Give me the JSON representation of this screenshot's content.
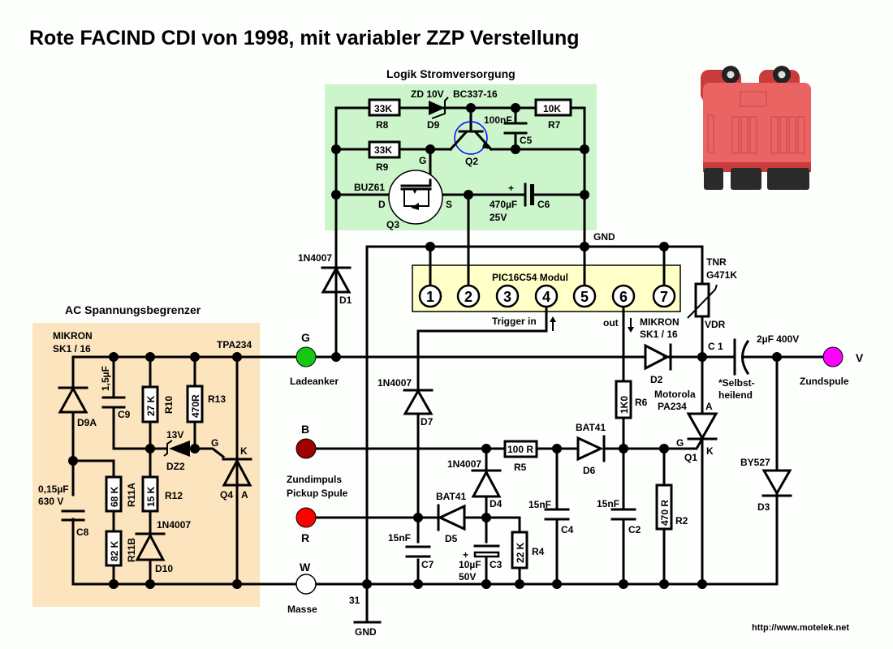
{
  "title": "Rote FACIND CDI von 1998, mit variabler ZZP Verstellung",
  "footer_url": "http://www.motelek.net",
  "colors": {
    "logic_panel": "#ccf5cc",
    "ac_panel": "#fce4be",
    "pic_module": "#ffffc8",
    "terminal_G": "#14c814",
    "terminal_B": "#a00000",
    "terminal_R": "#ff0000",
    "terminal_W": "#ffffff",
    "terminal_V": "#ff00ff",
    "transistor_ring": "#0000ff"
  },
  "sections": {
    "logic": "Logik Stromversorgung",
    "ac": "AC Spannungsbegrenzer",
    "pic": "PIC16C54 Modul"
  },
  "pic_pins": [
    "1",
    "2",
    "3",
    "4",
    "5",
    "6",
    "7"
  ],
  "pic_labels": {
    "trigger": "Trigger in",
    "out": "out"
  },
  "terminals": {
    "G": {
      "letter": "G",
      "name": "Ladeanker"
    },
    "B": {
      "letter": "B",
      "name": "Zundimpuls"
    },
    "B2": {
      "name": "Pickup Spule"
    },
    "R": {
      "letter": "R"
    },
    "W": {
      "letter": "W",
      "name": "Masse"
    },
    "V": {
      "letter": "V",
      "name": "Zundspule"
    }
  },
  "ground": {
    "node": "31",
    "label": "GND",
    "rail": "GND"
  },
  "components": {
    "R8": {
      "ref": "R8",
      "value": "33K"
    },
    "R9": {
      "ref": "R9",
      "value": "33K"
    },
    "R7": {
      "ref": "R7",
      "value": "10K"
    },
    "D9": {
      "ref": "D9",
      "value": "ZD 10V"
    },
    "Q2": {
      "ref": "Q2",
      "value": "BC337-16"
    },
    "C5": {
      "ref": "C5",
      "value": "100nF"
    },
    "Q3": {
      "ref": "Q3",
      "value": "BUZ61",
      "g": "G",
      "d": "D",
      "s": "S"
    },
    "C6": {
      "ref": "C6",
      "value": "470µF",
      "voltage": "25V",
      "plus": "+"
    },
    "D1": {
      "ref": "D1",
      "value": "1N4007"
    },
    "TNR": {
      "value1": "TNR",
      "value2": "G471K",
      "type": "VDR"
    },
    "D2": {
      "ref": "D2",
      "value1": "MIKRON",
      "value2": "SK1 / 16"
    },
    "C1": {
      "ref": "C 1",
      "value": "2µF 400V",
      "note1": "*Selbst-",
      "note2": "heilend"
    },
    "Q1": {
      "ref": "Q1",
      "value1": "Motorola",
      "value2": "PA234",
      "a": "A",
      "g": "G",
      "k": "K"
    },
    "R6": {
      "ref": "R6",
      "value": "1K0"
    },
    "D6": {
      "ref": "D6",
      "value": "BAT41"
    },
    "R2": {
      "ref": "R2",
      "value": "470 R"
    },
    "C2": {
      "ref": "C2",
      "value": "15nF"
    },
    "D3": {
      "ref": "D3",
      "value": "BY527"
    },
    "D7": {
      "ref": "D7",
      "value": "1N4007"
    },
    "R5": {
      "ref": "R5",
      "value": "100 R"
    },
    "D4": {
      "ref": "D4",
      "value": "1N4007"
    },
    "C4": {
      "ref": "C4",
      "value": "15nF"
    },
    "D5": {
      "ref": "D5",
      "value": "BAT41"
    },
    "C3": {
      "ref": "C3",
      "value": "10µF",
      "voltage": "50V",
      "plus": "+"
    },
    "R4": {
      "ref": "R4",
      "value": "22 K"
    },
    "C7": {
      "ref": "C7",
      "value": "15nF"
    },
    "D9A": {
      "ref": "D9A",
      "value1": "MIKRON",
      "value2": "SK1 / 16"
    },
    "C9": {
      "ref": "C9",
      "value": "1,5µF"
    },
    "R10": {
      "ref": "R10",
      "value": "27 K"
    },
    "R13": {
      "ref": "R13",
      "value": "470R"
    },
    "Q4": {
      "ref": "Q4",
      "value": "TPA234",
      "g": "G",
      "k": "K",
      "a": "A"
    },
    "DZ2": {
      "ref": "DZ2",
      "value": "13V"
    },
    "C8": {
      "ref": "C8",
      "value": "0,15µF",
      "voltage": "630 V"
    },
    "R11A": {
      "ref": "R11A",
      "value": "68 K"
    },
    "R11B": {
      "ref": "R11B",
      "value": "82 K"
    },
    "R12": {
      "ref": "R12",
      "value": "15 K"
    },
    "D10": {
      "ref": "D10",
      "value": "1N4007"
    }
  },
  "photo": {
    "description": "red FACIND CDI unit photo"
  }
}
